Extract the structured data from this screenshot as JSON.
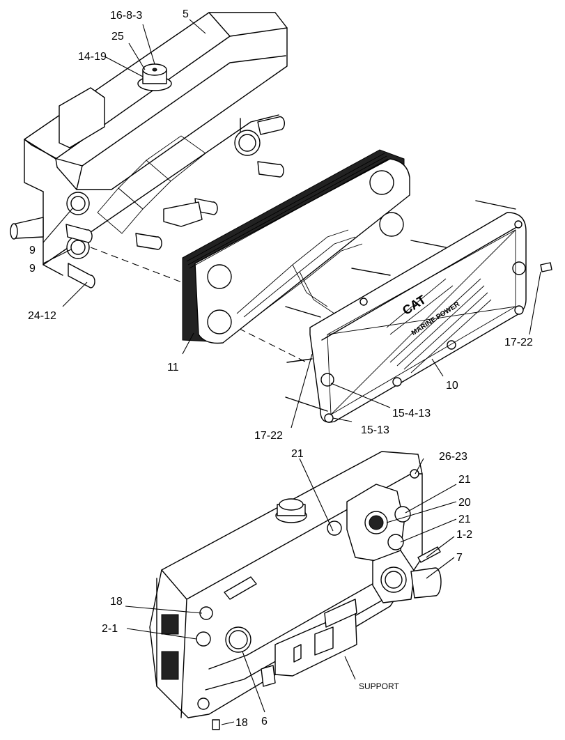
{
  "callouts": {
    "c_16_8_3": "16-8-3",
    "c_5": "5",
    "c_25": "25",
    "c_14_19": "14-19",
    "c_9a": "9",
    "c_9b": "9",
    "c_24_12": "24-12",
    "c_11": "11",
    "c_10": "10",
    "c_17_22_right": "17-22",
    "c_15_4_13": "15-4-13",
    "c_15_13": "15-13",
    "c_17_22_mid": "17-22",
    "c_21a": "21",
    "c_26_23": "26-23",
    "c_21b": "21",
    "c_20": "20",
    "c_21c": "21",
    "c_1_2": "1-2",
    "c_7": "7",
    "c_18a": "18",
    "c_2_1": "2-1",
    "c_support": "SUPPORT",
    "c_6": "6",
    "c_18b": "18"
  },
  "branding": {
    "logo": "CAT",
    "logo_sub": "MARINE POWER"
  }
}
